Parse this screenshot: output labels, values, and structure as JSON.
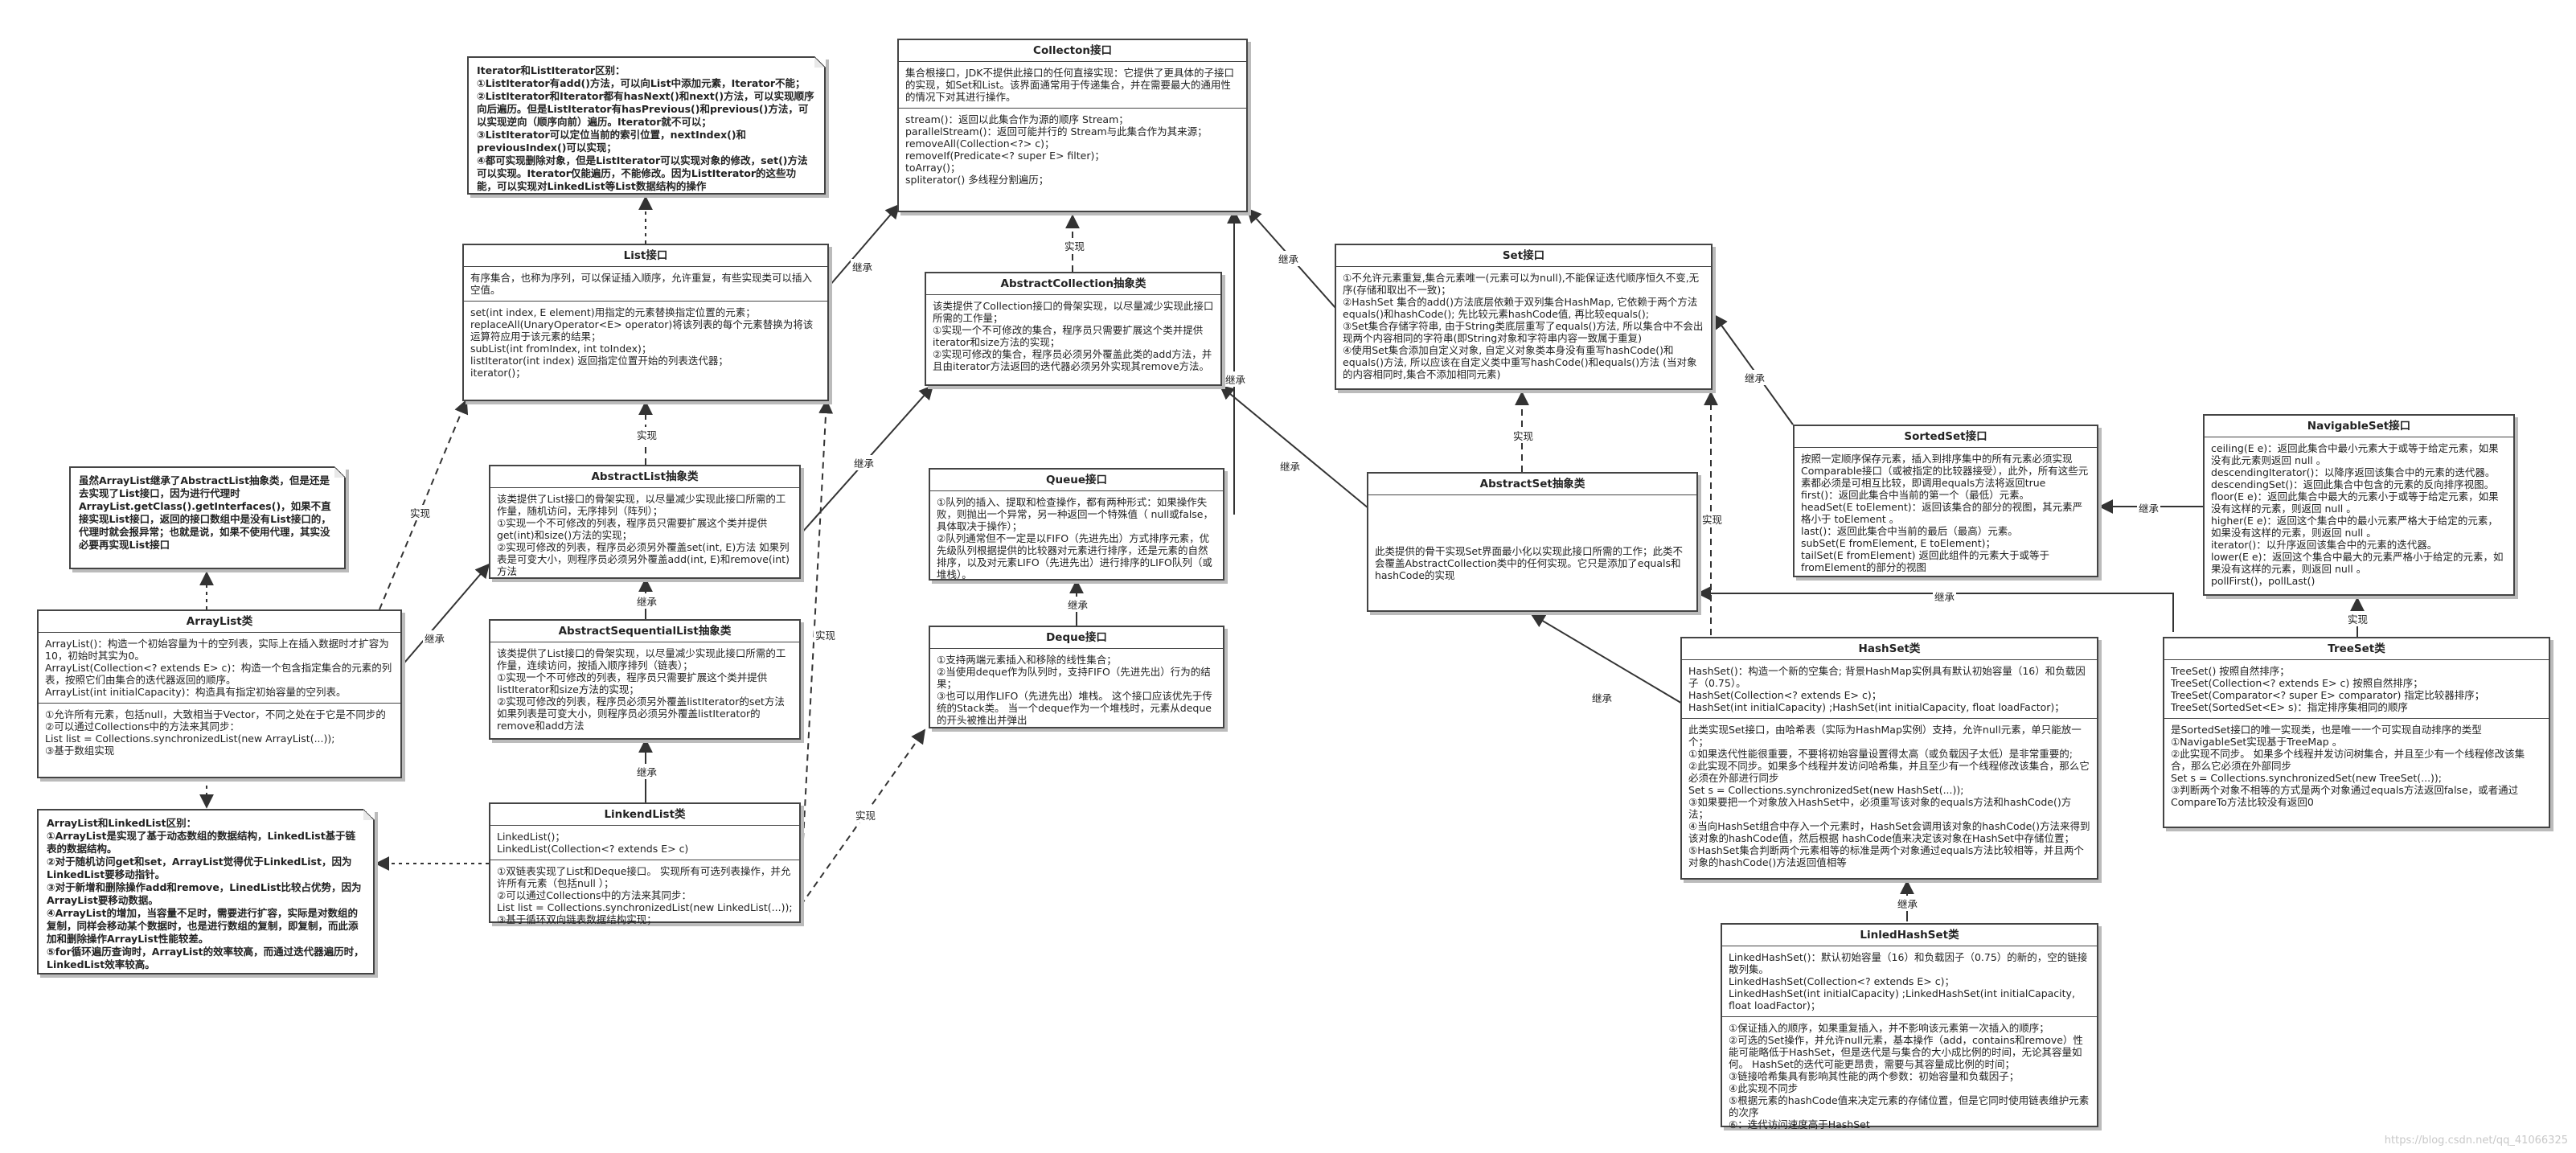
{
  "nodes": {
    "collection": {
      "title": "Collecton接口",
      "desc": "集合根接口，JDK不提供此接口的任何直接实现：它提供了更具体的子接口的实现，如Set和List。该界面通常用于传递集合，并在需要最大的通用性的情况下对其进行操作。",
      "methods": "stream()：返回以此集合作为源的顺序 Stream；\nparallelStream()：返回可能并行的 Stream与此集合作为其来源；\nremoveAll(Collection<?> c)；\nremoveIf(Predicate<? super E> filter)；\ntoArray()；\nspliterator() 多线程分割遍历；"
    },
    "list": {
      "title": "List接口",
      "desc": "有序集合，也称为序列，可以保证插入顺序，允许重复，有些实现类可以插入空值。",
      "methods": "set(int index, E element)用指定的元素替换指定位置的元素；\nreplaceAll(UnaryOperator<E> operator)将该列表的每个元素替换为将该运算符应用于该元素的结果；\nsubList(int fromIndex, int toIndex)；\nlistIterator(int index) 返回指定位置开始的列表迭代器；\niterator()；"
    },
    "abstractCollection": {
      "title": "AbstractCollection抽象类",
      "desc": "该类提供了Collection接口的骨架实现，以尽量减少实现此接口所需的工作量；\n①实现一个不可修改的集合，程序员只需要扩展这个类并提供iterator和size方法的实现；\n②实现可修改的集合，程序员必须另外覆盖此类的add方法，并且由iterator方法返回的迭代器必须另外实现其remove方法。"
    },
    "set": {
      "title": "Set接口",
      "desc": "①不允许元素重复,集合元素唯一(元素可以为null),不能保证迭代顺序恒久不变,无序(存储和取出不一致)；\n②HashSet 集合的add()方法底层依赖于双列集合HashMap, 它依赖于两个方法equals()和hashCode(); 先比较元素hashCode值, 再比较equals();\n③Set集合存储字符串, 由于String类底层重写了equals()方法, 所以集合中不会出现两个内容相同的字符串(即String对象和字符串内容一致属于重复)\n④使用Set集合添加自定义对象, 自定义对象类本身没有重写hashCode()和equals()方法, 所以应该在自定义类中重写hashCode()和equals()方法 (当对象的内容相同时,集合不添加相同元素)"
    },
    "abstractList": {
      "title": "AbstractList抽象类",
      "desc": "该类提供了List接口的骨架实现，以尽量减少实现此接口所需的工作量，随机访问，无序排列（阵列）；\n①实现一个不可修改的列表，程序员只需要扩展这个类并提供get(int)和size()方法的实现；\n②实现可修改的列表，程序员必须另外覆盖set(int, E)方法 如果列表是可变大小，则程序员必须另外覆盖add(int, E)和remove(int)方法"
    },
    "queue": {
      "title": "Queue接口",
      "desc": "①队列的插入、提取和检查操作，都有两种形式：如果操作失败，则抛出一个异常，另一种返回一个特殊值（ null或false，具体取决于操作）；\n②队列通常但不一定是以FIFO（先进先出）方式排序元素，优先级队列根据提供的比较器对元素进行排序，还是元素的自然排序，以及对元素LIFO（先进先出）进行排序的LIFO队列（或堆栈）。"
    },
    "abstractSet": {
      "title": "AbstractSet抽象类",
      "desc": "此类提供的骨干实现Set界面最小化以实现此接口所需的工作；此类不会覆盖AbstractCollection类中的任何实现。它只是添加了equals和hashCode的实现"
    },
    "sortedSet": {
      "title": "SortedSet接口",
      "desc": "按照一定顺序保存元素，插入到排序集中的所有元素必须实现Comparable接口（或被指定的比较器接受），此外，所有这些元素都必须是可相互比较，即调用equals方法将返回true\nfirst()：返回此集合中当前的第一个（最低）元素。\nheadSet(E toElement)：返回该集合的部分的视图，其元素严格小于 toElement 。\nlast()：返回此集合中当前的最后（最高）元素。\nsubSet(E fromElement, E toElement)；\ntailSet(E fromElement) 返回此组件的元素大于或等于fromElement的部分的视图"
    },
    "navigableSet": {
      "title": "NavigableSet接口",
      "desc": "ceiling(E e)：返回此集合中最小元素大于或等于给定元素，如果没有此元素则返回 null 。\ndescendingIterator()：以降序返回该集合中的元素的迭代器。\ndescendingSet()：返回此集合中包含的元素的反向排序视图。\nfloor(E e)：返回此集合中最大的元素小于或等于给定元素，如果没有这样的元素，则返回 null 。\nhigher(E e)：返回这个集合中的最小元素严格大于给定的元素，如果没有这样的元素，则返回 null 。\niterator()：以升序返回该集合中的元素的迭代器。\nlower(E e)：返回这个集合中最大的元素严格小于给定的元素，如果没有这样的元素，则返回 null 。\npollFirst()，pollLast()"
    },
    "abstractSequentialList": {
      "title": "AbstractSequentialList抽象类",
      "desc": "该类提供了List接口的骨架实现，以尽量减少实现此接口所需的工作量，连续访问，按插入顺序排列（链表）；\n①实现一个不可修改的列表，程序员只需要扩展这个类并提供listIterator和size方法的实现；\n②实现可修改的列表，程序员必须另外覆盖listIterator的set方法 如果列表是可变大小，则程序员必须另外覆盖listIterator的remove和add方法"
    },
    "deque": {
      "title": "Deque接口",
      "desc": "①支持两端元素插入和移除的线性集合；\n②当使用deque作为队列时，支持FIFO（先进先出）行为的结果；\n③也可以用作LIFO（先进先出）堆栈。 这个接口应该优先于传统的Stack类。 当一个deque作为一个堆栈时，元素从deque的开头被推出并弹出"
    },
    "arrayList": {
      "title": "ArrayList类",
      "ctor": "ArrayList()：构造一个初始容量为十的空列表，实际上在插入数据时才扩容为10，初始时其实为0。\nArrayList(Collection<? extends E> c)：构造一个包含指定集合的元素的列表，按照它们由集合的迭代器返回的顺序。\nArrayList(int initialCapacity)：构造具有指定初始容量的空列表。",
      "desc": "①允许所有元素，包括null，大致相当于Vector，不同之处在于它是不同步的\n②可以通过Collections中的方法来其同步：\nList list = Collections.synchronizedList(new ArrayList(...));\n③基于数组实现"
    },
    "linkedList": {
      "title": "LinkendList类",
      "ctor": "LinkedList()；\nLinkedList(Collection<? extends E> c)",
      "desc": "①双链表实现了List和Deque接口。 实现所有可选列表操作，并允许所有元素（包括null ）；\n②可以通过Collections中的方法来其同步：\nList list = Collections.synchronizedList(new LinkedList(...));\n③基于循环双向链表数据结构实现；"
    },
    "hashSet": {
      "title": "HashSet类",
      "ctor": "HashSet()：构造一个新的空集合; 背景HashMap实例具有默认初始容量（16）和负载因子（0.75）。\nHashSet(Collection<? extends E> c)；\nHashSet(int initialCapacity) ;HashSet(int initialCapacity, float loadFactor)；",
      "desc": "此类实现Set接口，由哈希表（实际为HashMap实例）支持，允许null元素，单只能放一个；\n①如果迭代性能很重要，不要将初始容量设置得太高（或负载因子太低）是非常重要的;\n②此实现不同步。如果多个线程并发访问哈希集，并且至少有一个线程修改该集合，那么它必须在外部进行同步\nSet s = Collections.synchronizedSet(new HashSet(...));\n③如果要把一个对象放入HashSet中，必须重写该对象的equals方法和hashCode()方法；\n④当向HashSet组合中存入一个元素时，HashSet会调用该对象的hashCode()方法来得到该对象的hashCode值，然后根据 hashCode值来决定该对象在HashSet中存储位置；\n⑤HashSet集合判断两个元素相等的标准是两个对象通过equals方法比较相等，并且两个对象的hashCode()方法返回值相等"
    },
    "treeSet": {
      "title": "TreeSet类",
      "ctor": "TreeSet() 按照自然排序；\nTreeSet(Collection<? extends E> c) 按照自然排序；\nTreeSet(Comparator<? super E> comparator) 指定比较器排序；\nTreeSet(SortedSet<E> s)：指定排序集相同的顺序",
      "desc": "是SortedSet接口的唯一实现类，也是唯一一个可实现自动排序的类型\n①NavigableSet实现基于TreeMap 。\n②此实现不同步。 如果多个线程并发访问树集合，并且至少有一个线程修改该集合，那么它必须在外部同步\nSet s = Collections.synchronizedSet(new TreeSet(...));\n③判断两个对象不相等的方式是两个对象通过equals方法返回false，或者通过CompareTo方法比较没有返回0"
    },
    "linkedHashSet": {
      "title": "LinledHashSet类",
      "ctor": "LinkedHashSet()：默认初始容量（16）和负载因子（0.75）的新的，空的链接散列集。\nLinkedHashSet(Collection<? extends E> c)；\nLinkedHashSet(int initialCapacity) ;LinkedHashSet(int initialCapacity, float loadFactor)；",
      "desc": "①保证插入的顺序，如果重复插入，并不影响该元素第一次插入的顺序；\n②可选的Set操作，并允许null元素，基本操作（add，contains和remove）性能可能略低于HashSet，但是迭代是与集合的大小成比例的时间，无论其容量如何。 HashSet的迭代可能更昂贵，需要与其容量成比例的时间；\n③链接哈希集具有影响其性能的两个参数：初始容量和负载因子；\n④此实现不同步\n⑤根据元素的hashCode值来决定元素的存储位置，但是它同时使用链表维护元素的次序\n⑥：迭代访问速度高于HashSet"
    }
  },
  "notes": {
    "iteratorNote": "Iterator和ListIterator区别：\n①ListIterator有add()方法，可以向List中添加元素，Iterator不能；\n②ListIterator和Iterator都有hasNext()和next()方法，可以实现顺序向后遍历。但是ListIterator有hasPrevious()和previous()方法，可以实现逆向（顺序向前）遍历。Iterator就不可以；\n③ListIterator可以定位当前的索引位置，nextIndex()和previousIndex()可以实现；\n④都可实现删除对象，但是ListIterator可以实现对象的修改，set()方法可以实现。Iterator仅能遍历，不能修改。因为ListIterator的这些功能，可以实现对LinkedList等List数据结构的操作",
    "abstractListNote": "虽然ArrayList继承了AbstractList抽象类，但是还是去实现了List接口，因为进行代理时ArrayList.getClass().getInterfaces()，如果不直接实现List接口，返回的接口数组中是没有List接口的，代理时就会报异常；也就是说，如果不使用代理，其实没必要再实现List接口",
    "compareNote": "ArrayList和LinkedList区别：\n①ArrayList是实现了基于动态数组的数据结构，LinkedList基于链表的数据结构。\n②对于随机访问get和set，ArrayList觉得优于LinkedList，因为LinkedList要移动指针。\n③对于新增和删除操作add和remove，LinedList比较占优势，因为ArrayList要移动数据。\n④ArrayList的增加，当容量不足时，需要进行扩容，实际是对数组的复制，同样会移动某个数据时，也是进行数组的复制，即复制，而此添加和删除操作ArrayList性能较差。\n⑤for循环遍历查询时，ArrayList的效率较高，而通过迭代器遍历时，LinkedList效率较高。"
  },
  "edge_labels": {
    "inherit": "继承",
    "implement": "实现"
  },
  "watermark": "https://blog.csdn.net/qq_41066325"
}
